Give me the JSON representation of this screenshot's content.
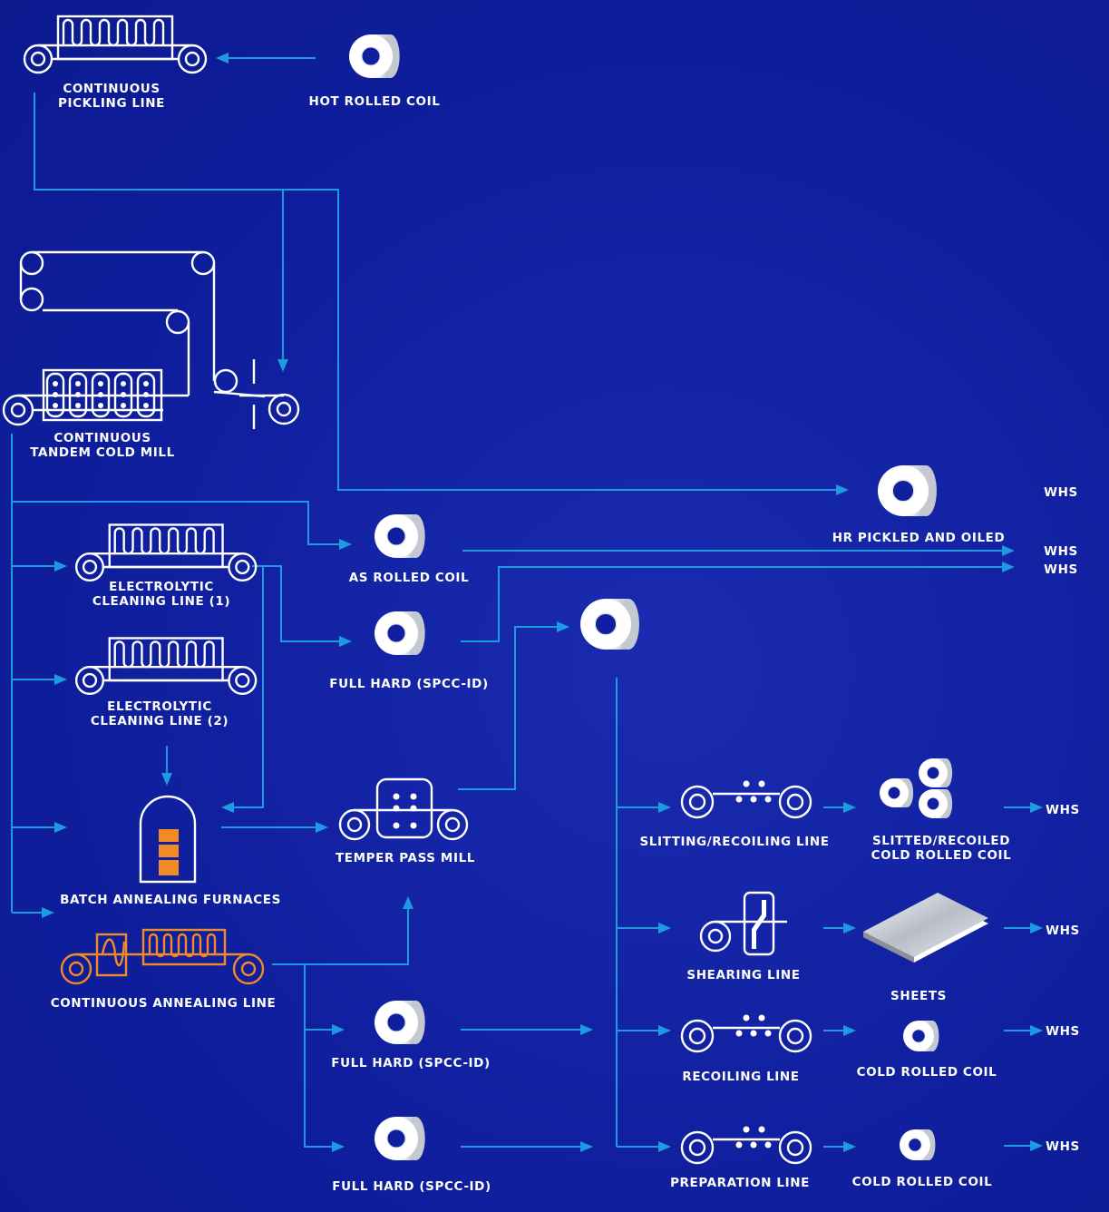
{
  "diagram": {
    "background_color": "#0f1f9e",
    "flow_color": "#1e9be0",
    "highlight_color": "#f28a25"
  },
  "labels": {
    "hot_rolled_coil": "HOT ROLLED COIL",
    "pickling_line_1": "CONTINUOUS",
    "pickling_line_2": "PICKLING LINE",
    "tandem_mill_1": "CONTINUOUS",
    "tandem_mill_2": "TANDEM COLD MILL",
    "hr_pickled_oiled": "HR PICKLED AND OILED",
    "as_rolled_coil": "AS ROLLED COIL",
    "ecl1_1": "ELECTROLYTIC",
    "ecl1_2": "CLEANING LINE (1)",
    "ecl2_1": "ELECTROLYTIC",
    "ecl2_2": "CLEANING LINE (2)",
    "full_hard_1": "FULL HARD (SPCC-ID)",
    "full_hard_2": "FULL HARD (SPCC-ID)",
    "full_hard_3": "FULL HARD (SPCC-ID)",
    "batch_annealing": "BATCH ANNEALING FURNACES",
    "temper_pass_mill": "TEMPER PASS MILL",
    "continuous_annealing": "CONTINUOUS ANNEALING LINE",
    "slitting_line": "SLITTING/RECOILING LINE",
    "slitted_1": "SLITTED/RECOILED",
    "slitted_2": "COLD ROLLED COIL",
    "shearing_line": "SHEARING LINE",
    "sheets": "SHEETS",
    "recoiling_line": "RECOILING LINE",
    "cold_rolled_coil_1": "COLD ROLLED COIL",
    "preparation_line": "PREPARATION LINE",
    "cold_rolled_coil_2": "COLD ROLLED COIL",
    "whs_1": "WHS",
    "whs_2": "WHS",
    "whs_3": "WHS",
    "whs_4": "WHS",
    "whs_5": "WHS",
    "whs_6": "WHS",
    "whs_7": "WHS"
  }
}
